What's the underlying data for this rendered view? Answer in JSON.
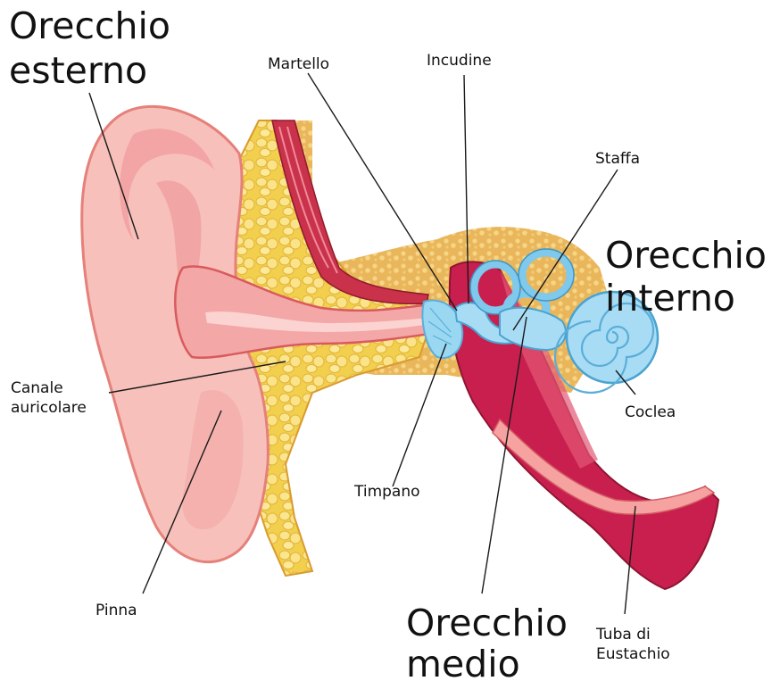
{
  "regions": {
    "outer": [
      "Orecchio",
      "esterno"
    ],
    "inner": [
      "Orecchio",
      "interno"
    ],
    "middle": [
      "Orecchio",
      "medio"
    ]
  },
  "parts": {
    "malleus": "Martello",
    "incus": "Incudine",
    "stapes": "Staffa",
    "ear_canal": [
      "Canale",
      "auricolare"
    ],
    "cochlea": "Coclea",
    "eardrum": "Timpano",
    "pinna": "Pinna",
    "eustachian_tube": [
      "Tuba di",
      "Eustachio"
    ]
  },
  "colors": {
    "skin": "#f7b8b2",
    "skin_dark": "#e8837c",
    "fat": "#f2cf4d",
    "bone": "#e7b55b",
    "muscle": "#b8243a",
    "middle_ear": "#c41f4e",
    "inner_ear": "#8fd2f0",
    "text": "#111111"
  }
}
